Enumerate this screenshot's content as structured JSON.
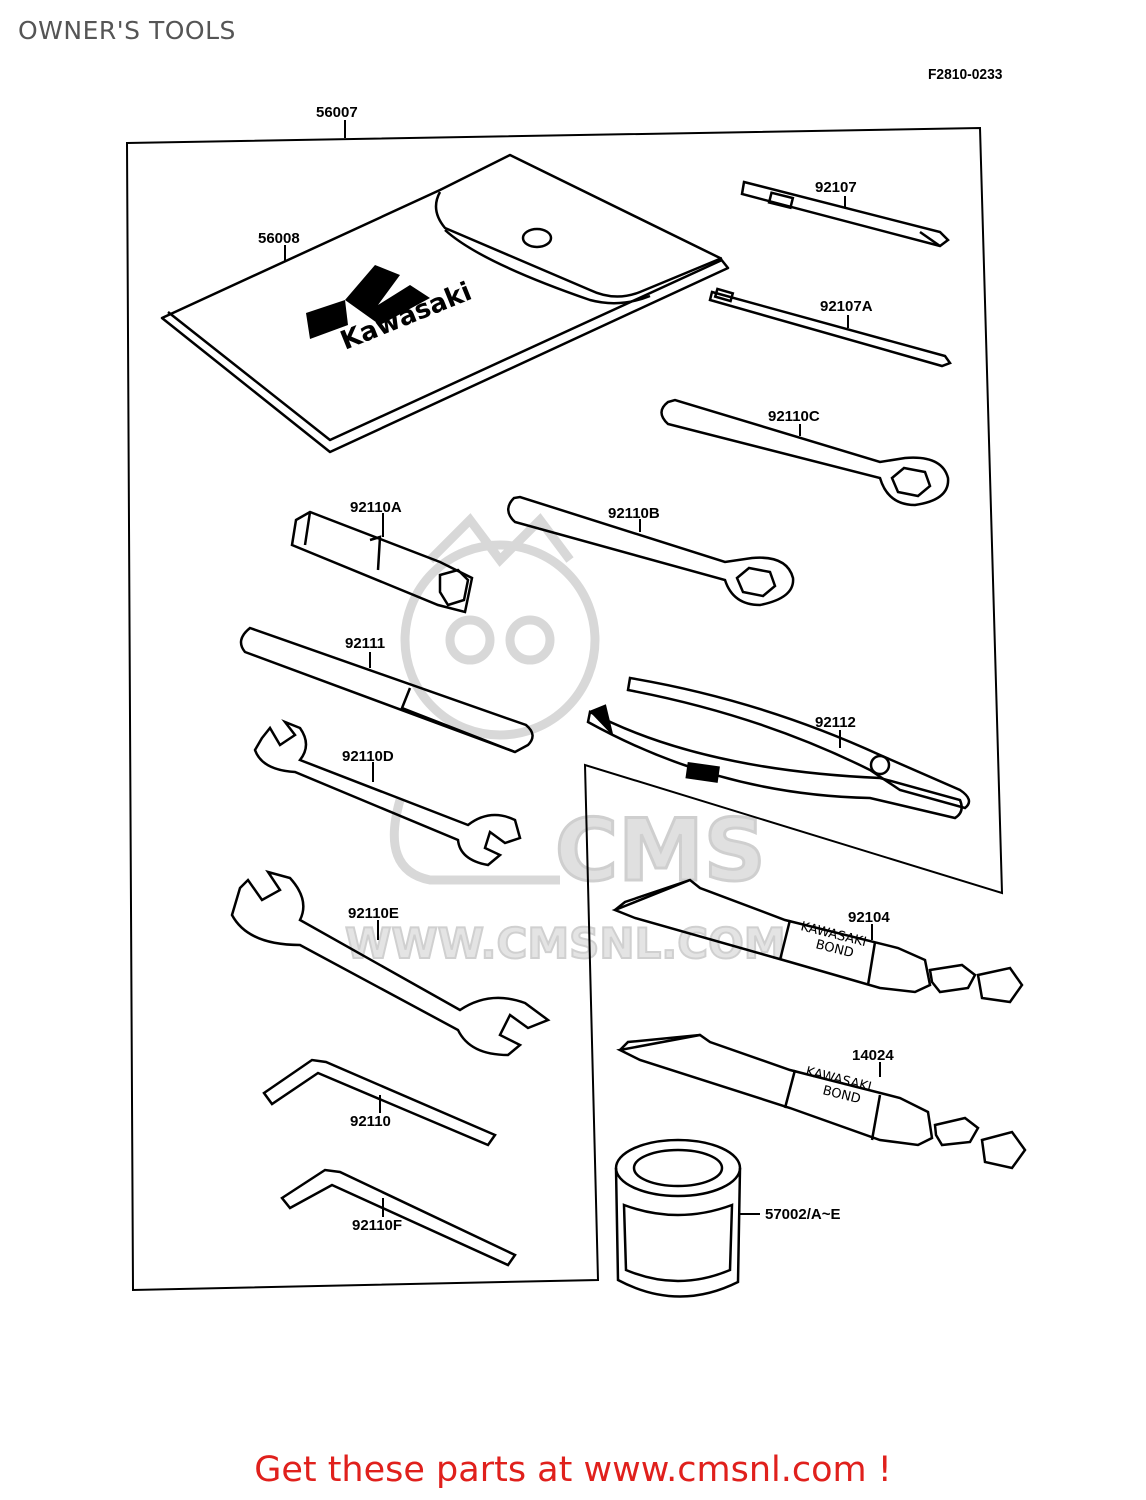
{
  "header": {
    "title": "OWNER'S TOOLS",
    "diagram_code": "F2810-0233"
  },
  "parts": {
    "tool_kit": "56007",
    "pouch": "56008",
    "screwdriver": "92107",
    "screwdriver_a": "92107A",
    "wrench_c": "92110C",
    "socket_a": "92110A",
    "wrench_b": "92110B",
    "handle": "92111",
    "pliers": "92112",
    "wrench_d": "92110D",
    "wrench_e": "92110E",
    "hex_key": "92110",
    "hex_key_f": "92110F",
    "bond_tube_1": "92104",
    "bond_tube_2": "14024",
    "grease_can": "57002/A~E"
  },
  "imprints": {
    "brand": "Kawasaki",
    "tube_text_1": "KAWASAKI",
    "tube_text_2": "BOND"
  },
  "watermark": {
    "logo": "CMS",
    "url": "WWW.CMSNL.COM"
  },
  "footer": {
    "promo": "Get these parts at www.cmsnl.com !"
  },
  "colors": {
    "promo": "#e0201c",
    "line": "#000000",
    "watermark": "#d6d6d6"
  }
}
